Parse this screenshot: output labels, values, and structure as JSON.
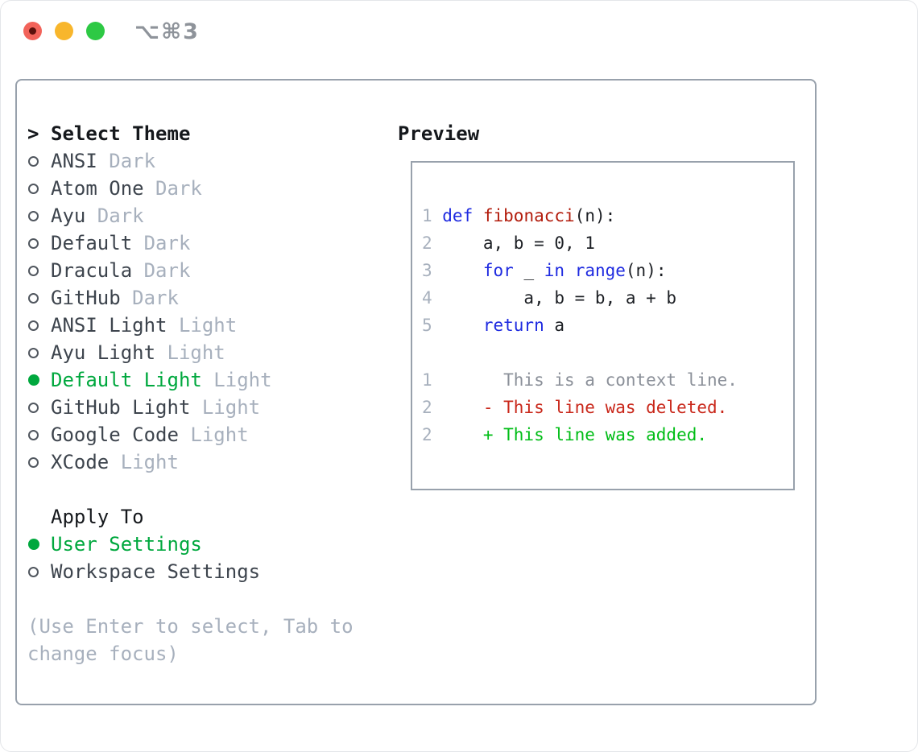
{
  "window": {
    "shortcut_label": "⌥⌘3"
  },
  "theme_panel": {
    "select_header": "Select Theme",
    "focus_caret": ">",
    "themes": [
      {
        "name": "ANSI",
        "variant": "Dark",
        "selected": false
      },
      {
        "name": "Atom One",
        "variant": "Dark",
        "selected": false
      },
      {
        "name": "Ayu",
        "variant": "Dark",
        "selected": false
      },
      {
        "name": "Default",
        "variant": "Dark",
        "selected": false
      },
      {
        "name": "Dracula",
        "variant": "Dark",
        "selected": false
      },
      {
        "name": "GitHub",
        "variant": "Dark",
        "selected": false
      },
      {
        "name": "ANSI Light",
        "variant": "Light",
        "selected": false
      },
      {
        "name": "Ayu Light",
        "variant": "Light",
        "selected": false
      },
      {
        "name": "Default Light",
        "variant": "Light",
        "selected": true
      },
      {
        "name": "GitHub Light",
        "variant": "Light",
        "selected": false
      },
      {
        "name": "Google Code",
        "variant": "Light",
        "selected": false
      },
      {
        "name": "XCode",
        "variant": "Light",
        "selected": false
      }
    ],
    "apply_header": "Apply To",
    "apply_options": [
      {
        "name": "User Settings",
        "selected": true
      },
      {
        "name": "Workspace Settings",
        "selected": false
      }
    ],
    "help_lines": [
      "(Use Enter to select, Tab to",
      "change focus)"
    ]
  },
  "preview": {
    "header": "Preview",
    "code_lines": [
      {
        "num": "1",
        "tokens": [
          [
            "def",
            "kw"
          ],
          [
            " ",
            ""
          ],
          [
            "fibonacci",
            "fn"
          ],
          [
            "(n):",
            ""
          ]
        ]
      },
      {
        "num": "2",
        "tokens": [
          [
            "    a, b = 0, 1",
            ""
          ]
        ]
      },
      {
        "num": "3",
        "tokens": [
          [
            "    ",
            ""
          ],
          [
            "for",
            "kw"
          ],
          [
            " _ ",
            ""
          ],
          [
            "in",
            "kw"
          ],
          [
            " ",
            ""
          ],
          [
            "range",
            "kw"
          ],
          [
            "(n):",
            ""
          ]
        ]
      },
      {
        "num": "4",
        "tokens": [
          [
            "        a, b = b, a + b",
            ""
          ]
        ]
      },
      {
        "num": "5",
        "tokens": [
          [
            "    ",
            ""
          ],
          [
            "return",
            "kw"
          ],
          [
            " a",
            ""
          ]
        ]
      }
    ],
    "diff_lines": [
      {
        "num": "1",
        "kind": "context",
        "text": "      This is a context line."
      },
      {
        "num": "2",
        "kind": "deleted",
        "text": "    - This line was deleted."
      },
      {
        "num": "2",
        "kind": "added",
        "text": "    + This line was added."
      }
    ]
  },
  "colors": {
    "accent_green": "#00a83e",
    "keyword_blue": "#1e2ae0",
    "function_red": "#b21b0b",
    "diff_added_green": "#00bd16",
    "diff_deleted_red": "#c9271a",
    "muted_gray": "#a7b0bd",
    "context_gray": "#8b9099",
    "border_gray": "#98a1ac",
    "traffic_red": "#f2635a",
    "traffic_yellow": "#f8b62c",
    "traffic_green": "#2dc944"
  }
}
